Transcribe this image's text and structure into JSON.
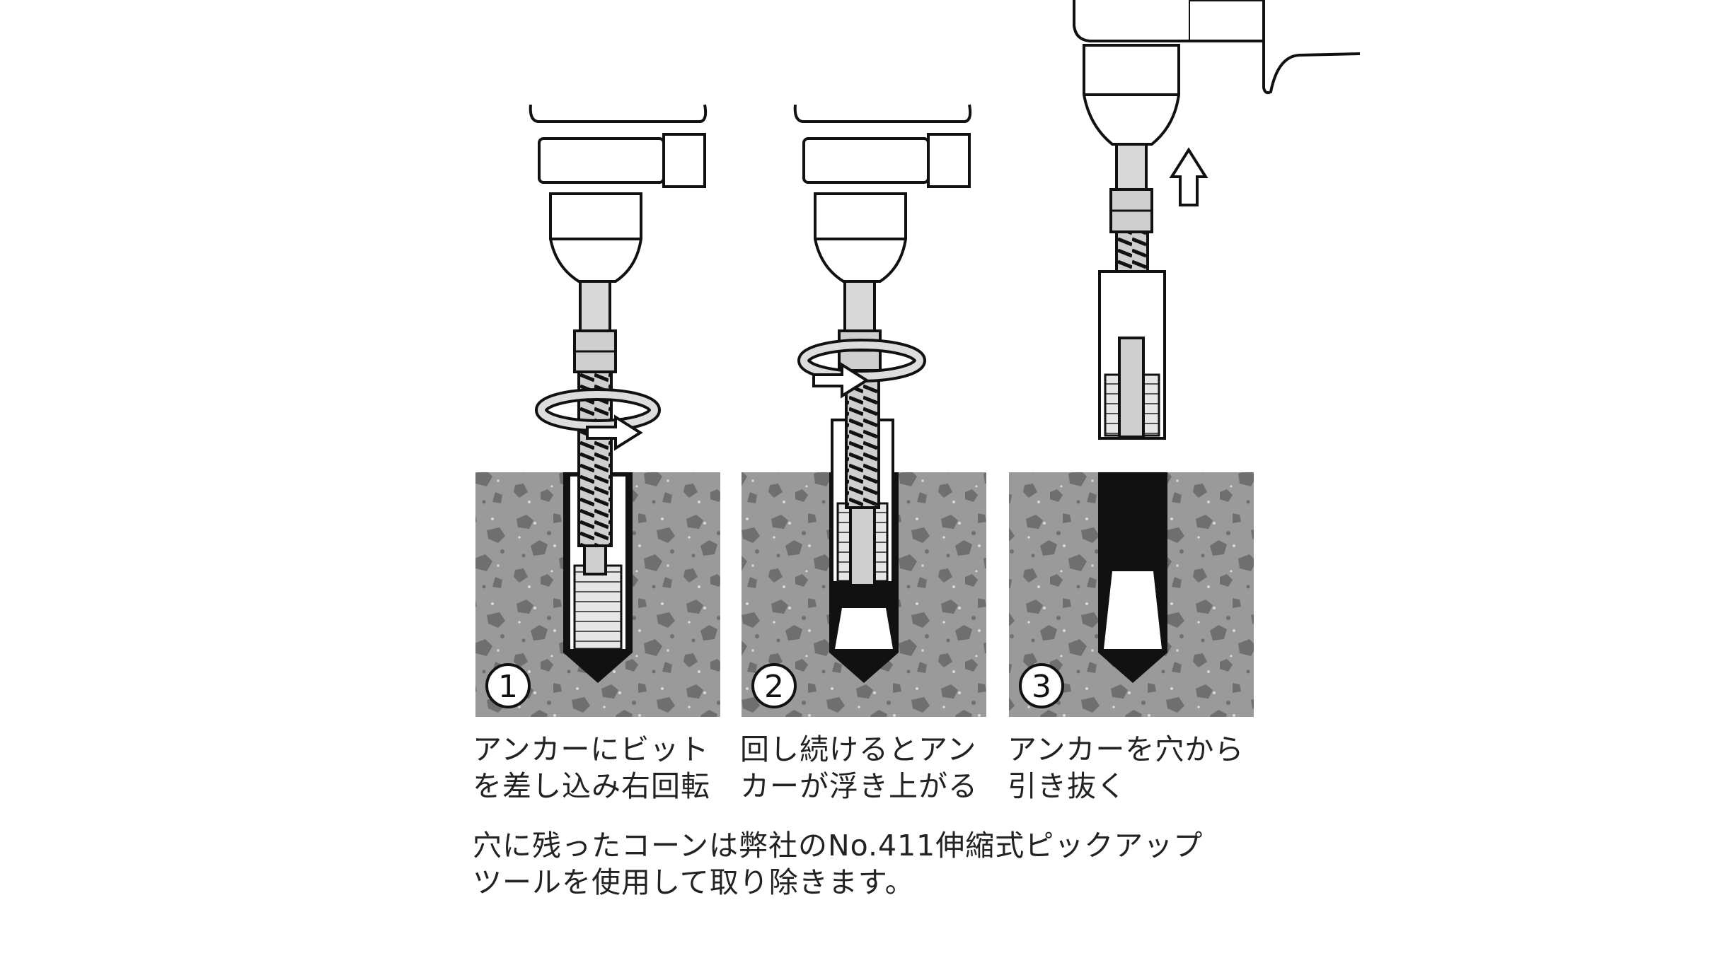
{
  "colors": {
    "concrete": "#9a9a9a",
    "speckle": "#6f6f6f",
    "outline": "#111111",
    "metal": "#cfcfcf",
    "background": "#ffffff"
  },
  "steps": [
    {
      "number": "1",
      "caption_lines": [
        "アンカーにビット",
        "を差し込み右回転"
      ],
      "icon": "rotate-clockwise-arrow-icon"
    },
    {
      "number": "2",
      "caption_lines": [
        "回し続けるとアン",
        "カーが浮き上がる"
      ],
      "icon": "rotate-arrow-icon"
    },
    {
      "number": "3",
      "caption_lines": [
        "アンカーを穴から",
        "引き抜く"
      ],
      "icon": "up-arrow-icon"
    }
  ],
  "note_lines": [
    "穴に残ったコーンは弊社のNo.411伸縮式ピックアップ",
    "ツールを使用して取り除きます。"
  ]
}
